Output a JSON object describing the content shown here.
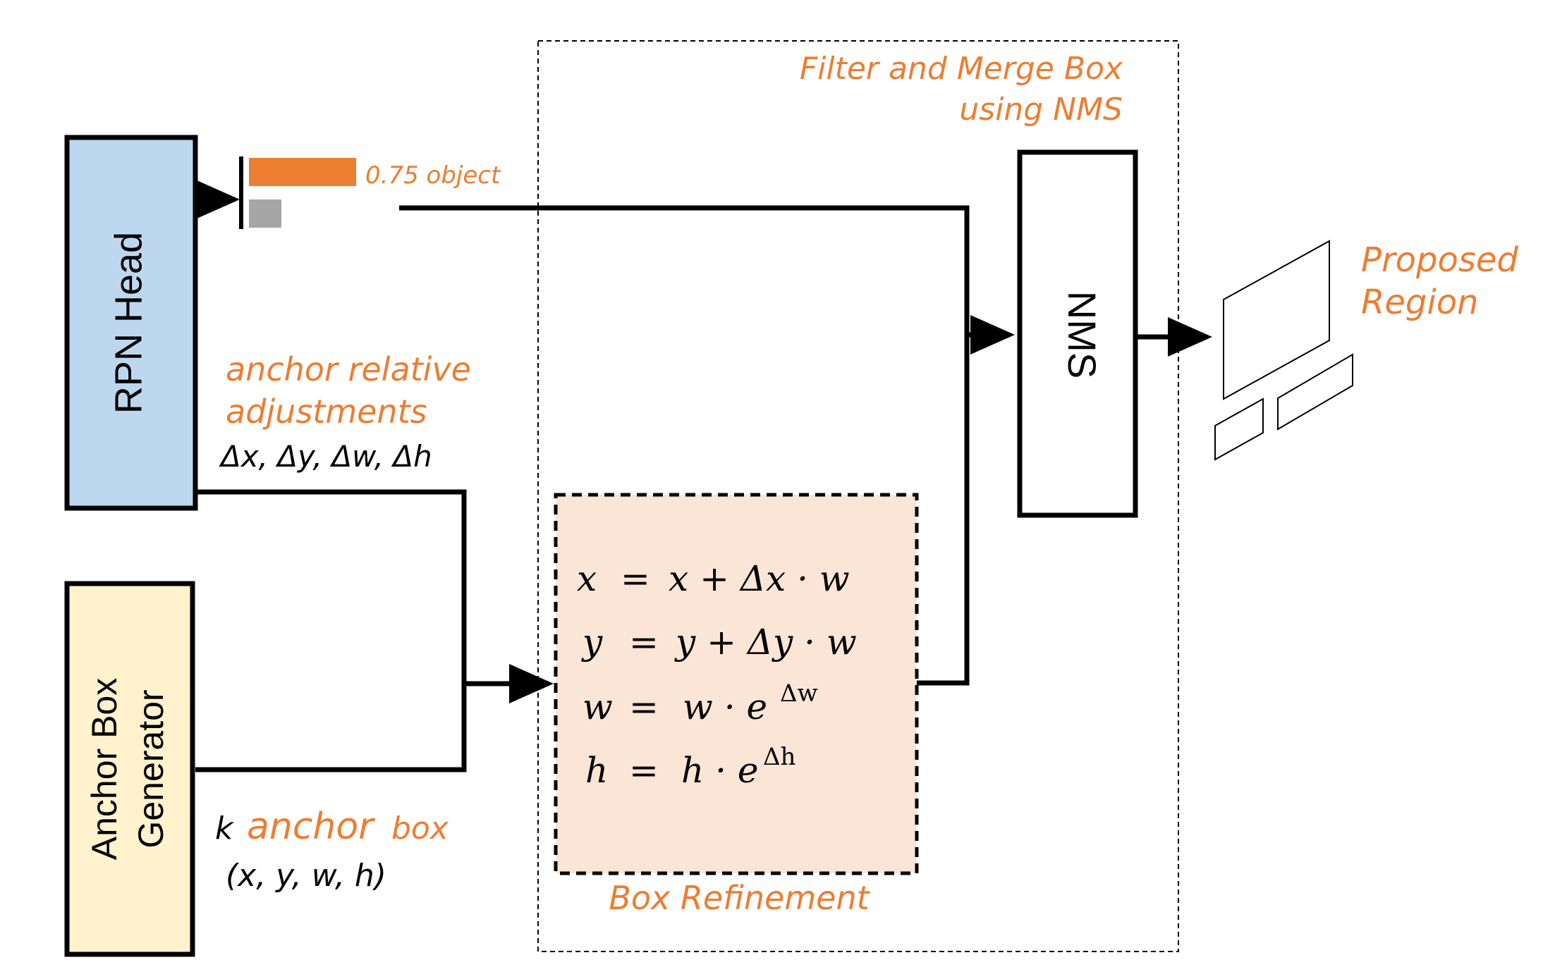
{
  "colors": {
    "accent": "#ED7D31",
    "rpn_fill": "#BDD7EE",
    "anchor_fill": "#FFF2CC",
    "refine_fill": "#FBE5D6",
    "bar_gray": "#A6A6A6",
    "line": "#000000"
  },
  "blocks": {
    "rpn_head": "RPN Head",
    "anchor_gen_line1": "Anchor Box",
    "anchor_gen_line2": "Generator",
    "nms": "NMS"
  },
  "labels": {
    "score": "0.75 object",
    "anchor_rel_line1": "anchor relative",
    "anchor_rel_line2": "adjustments",
    "deltas": "Δx, Δy, Δw, Δh",
    "k_prefix": "k",
    "anchor_box": "anchor",
    "box_word": "box",
    "anchor_coords": "(x, y, w, h)",
    "filter_line1": "Filter and Merge Box",
    "filter_line2": "using NMS",
    "proposed_line1": "Proposed",
    "proposed_line2": "Region",
    "box_refinement": "Box Refinement"
  },
  "equations": [
    {
      "lhs": "x",
      "rhs": "x + Δx · w"
    },
    {
      "lhs": "y",
      "rhs": "y + Δy · w"
    },
    {
      "lhs": "w",
      "rhs": "w · e",
      "sup": "Δw"
    },
    {
      "lhs": "h",
      "rhs": "h · e",
      "sup": "Δh"
    }
  ]
}
